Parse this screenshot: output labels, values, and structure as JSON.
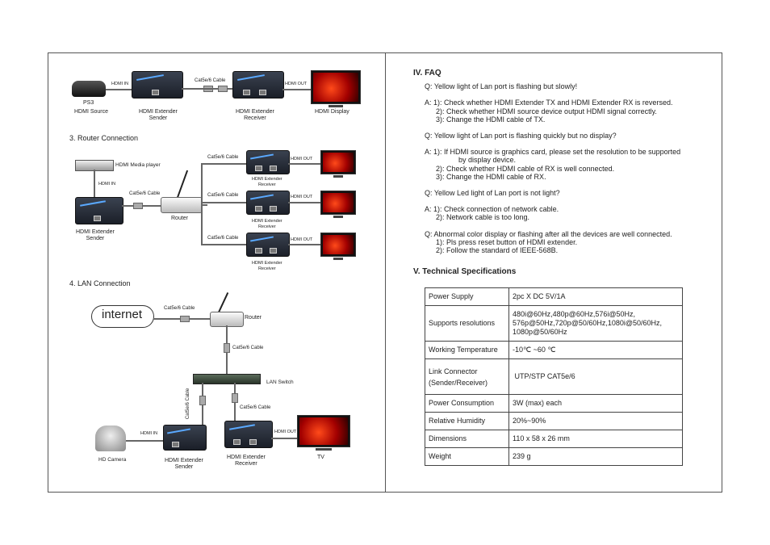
{
  "left": {
    "top_diagram": {
      "hdmi_in": "HDMI IN",
      "cable": "Cat5e/6 Cable",
      "hdmi_out": "HDMI OUT",
      "ps3": "PS3",
      "hdmi_source": "HDMI Source",
      "sender": "HDMI Extender\nSender",
      "receiver": "HDMI Extender\nReceiver",
      "display": "HDMI  Display"
    },
    "router_section": {
      "title": "3. Router Connection",
      "media_player": "HDMI Media player",
      "hdmi_in": "HDMI IN",
      "cable": "Cat5e/6 Cable",
      "router": "Router",
      "sender": "HDMI Extender\nSender",
      "branches": [
        {
          "cable": "Cat5e/6 Cable",
          "hdmi_out": "HDMI OUT",
          "receiver": "HDMI Extender\nReceiver"
        },
        {
          "cable": "Cat5e/6 Cable",
          "hdmi_out": "HDMI OUT",
          "receiver": "HDMI Extender\nReceiver"
        },
        {
          "cable": "Cat5e/6 Cable",
          "hdmi_out": "HDMI OUT",
          "receiver": "HDMI Extender\nReceiver"
        }
      ]
    },
    "lan_section": {
      "title": "4. LAN Connection",
      "internet": "internet",
      "cable1": "Cat5e/6 Cable",
      "router": "Router",
      "cable2": "Cat5e/6 Cable",
      "lan_switch": "LAN Switch",
      "cable3": "Cat5e/6 Cable",
      "cable4": "Cat5e/6 Cable",
      "hdmi_in": "HDMI IN",
      "hdmi_out": "HDMI OUT",
      "camera": "HD Camera",
      "sender": "HDMI Extender\nSender",
      "receiver": "HDMI Extender\nReceiver",
      "tv": "TV"
    }
  },
  "faq": {
    "title": "IV. FAQ",
    "items": [
      {
        "q": "Q: Yellow light of Lan port is flashing but slowly!",
        "a": [
          "A: 1): Check whether HDMI Extender TX and HDMI Extender  RX is reversed.",
          "2): Check whether HDMI source device output HDMI signal correctly.",
          "3): Change the HDMI cable of TX."
        ]
      },
      {
        "q": "Q: Yellow light of Lan port is flashing quickly but no display?",
        "a": [
          "A: 1): If HDMI source is graphics card, please set the resolution to be supported",
          "by display device.",
          "2): Check whether HDMI cable of RX  is well connected.",
          "3): Change the HDMI cable of RX."
        ]
      },
      {
        "q": "Q: Yellow Led light of Lan port is not light?",
        "a": [
          "A: 1): Check connection of network cable.",
          "2): Network cable is too long."
        ]
      },
      {
        "q": "Q: Abnormal color display or flashing after all the devices are well connected.",
        "a": [
          "1): Pls press reset button of HDMI extender.",
          "2): Follow the standard of IEEE-568B."
        ]
      }
    ]
  },
  "specs": {
    "title": "V. Technical Specifications",
    "rows": [
      {
        "k": "Power Supply",
        "v": "2pc X DC 5V/1A"
      },
      {
        "k": "Supports resolutions",
        "v": "480i@60Hz,480p@60Hz,576i@50Hz,\n576p@50Hz,720p@50/60Hz,1080i@50/60Hz,\n1080p@50/60Hz"
      },
      {
        "k": "Working Temperature",
        "v": "-10℃ ~60 ℃"
      },
      {
        "k": "Link Connector\n (Sender/Receiver)",
        "v": " UTP/STP CAT5e/6"
      },
      {
        "k": "Power Consumption",
        "v": "3W (max) each"
      },
      {
        "k": "Relative Humidity",
        "v": "20%~90%"
      },
      {
        "k": "Dimensions",
        "v": "110 x 58 x 26 mm"
      },
      {
        "k": "Weight",
        "v": "239 g"
      }
    ]
  }
}
